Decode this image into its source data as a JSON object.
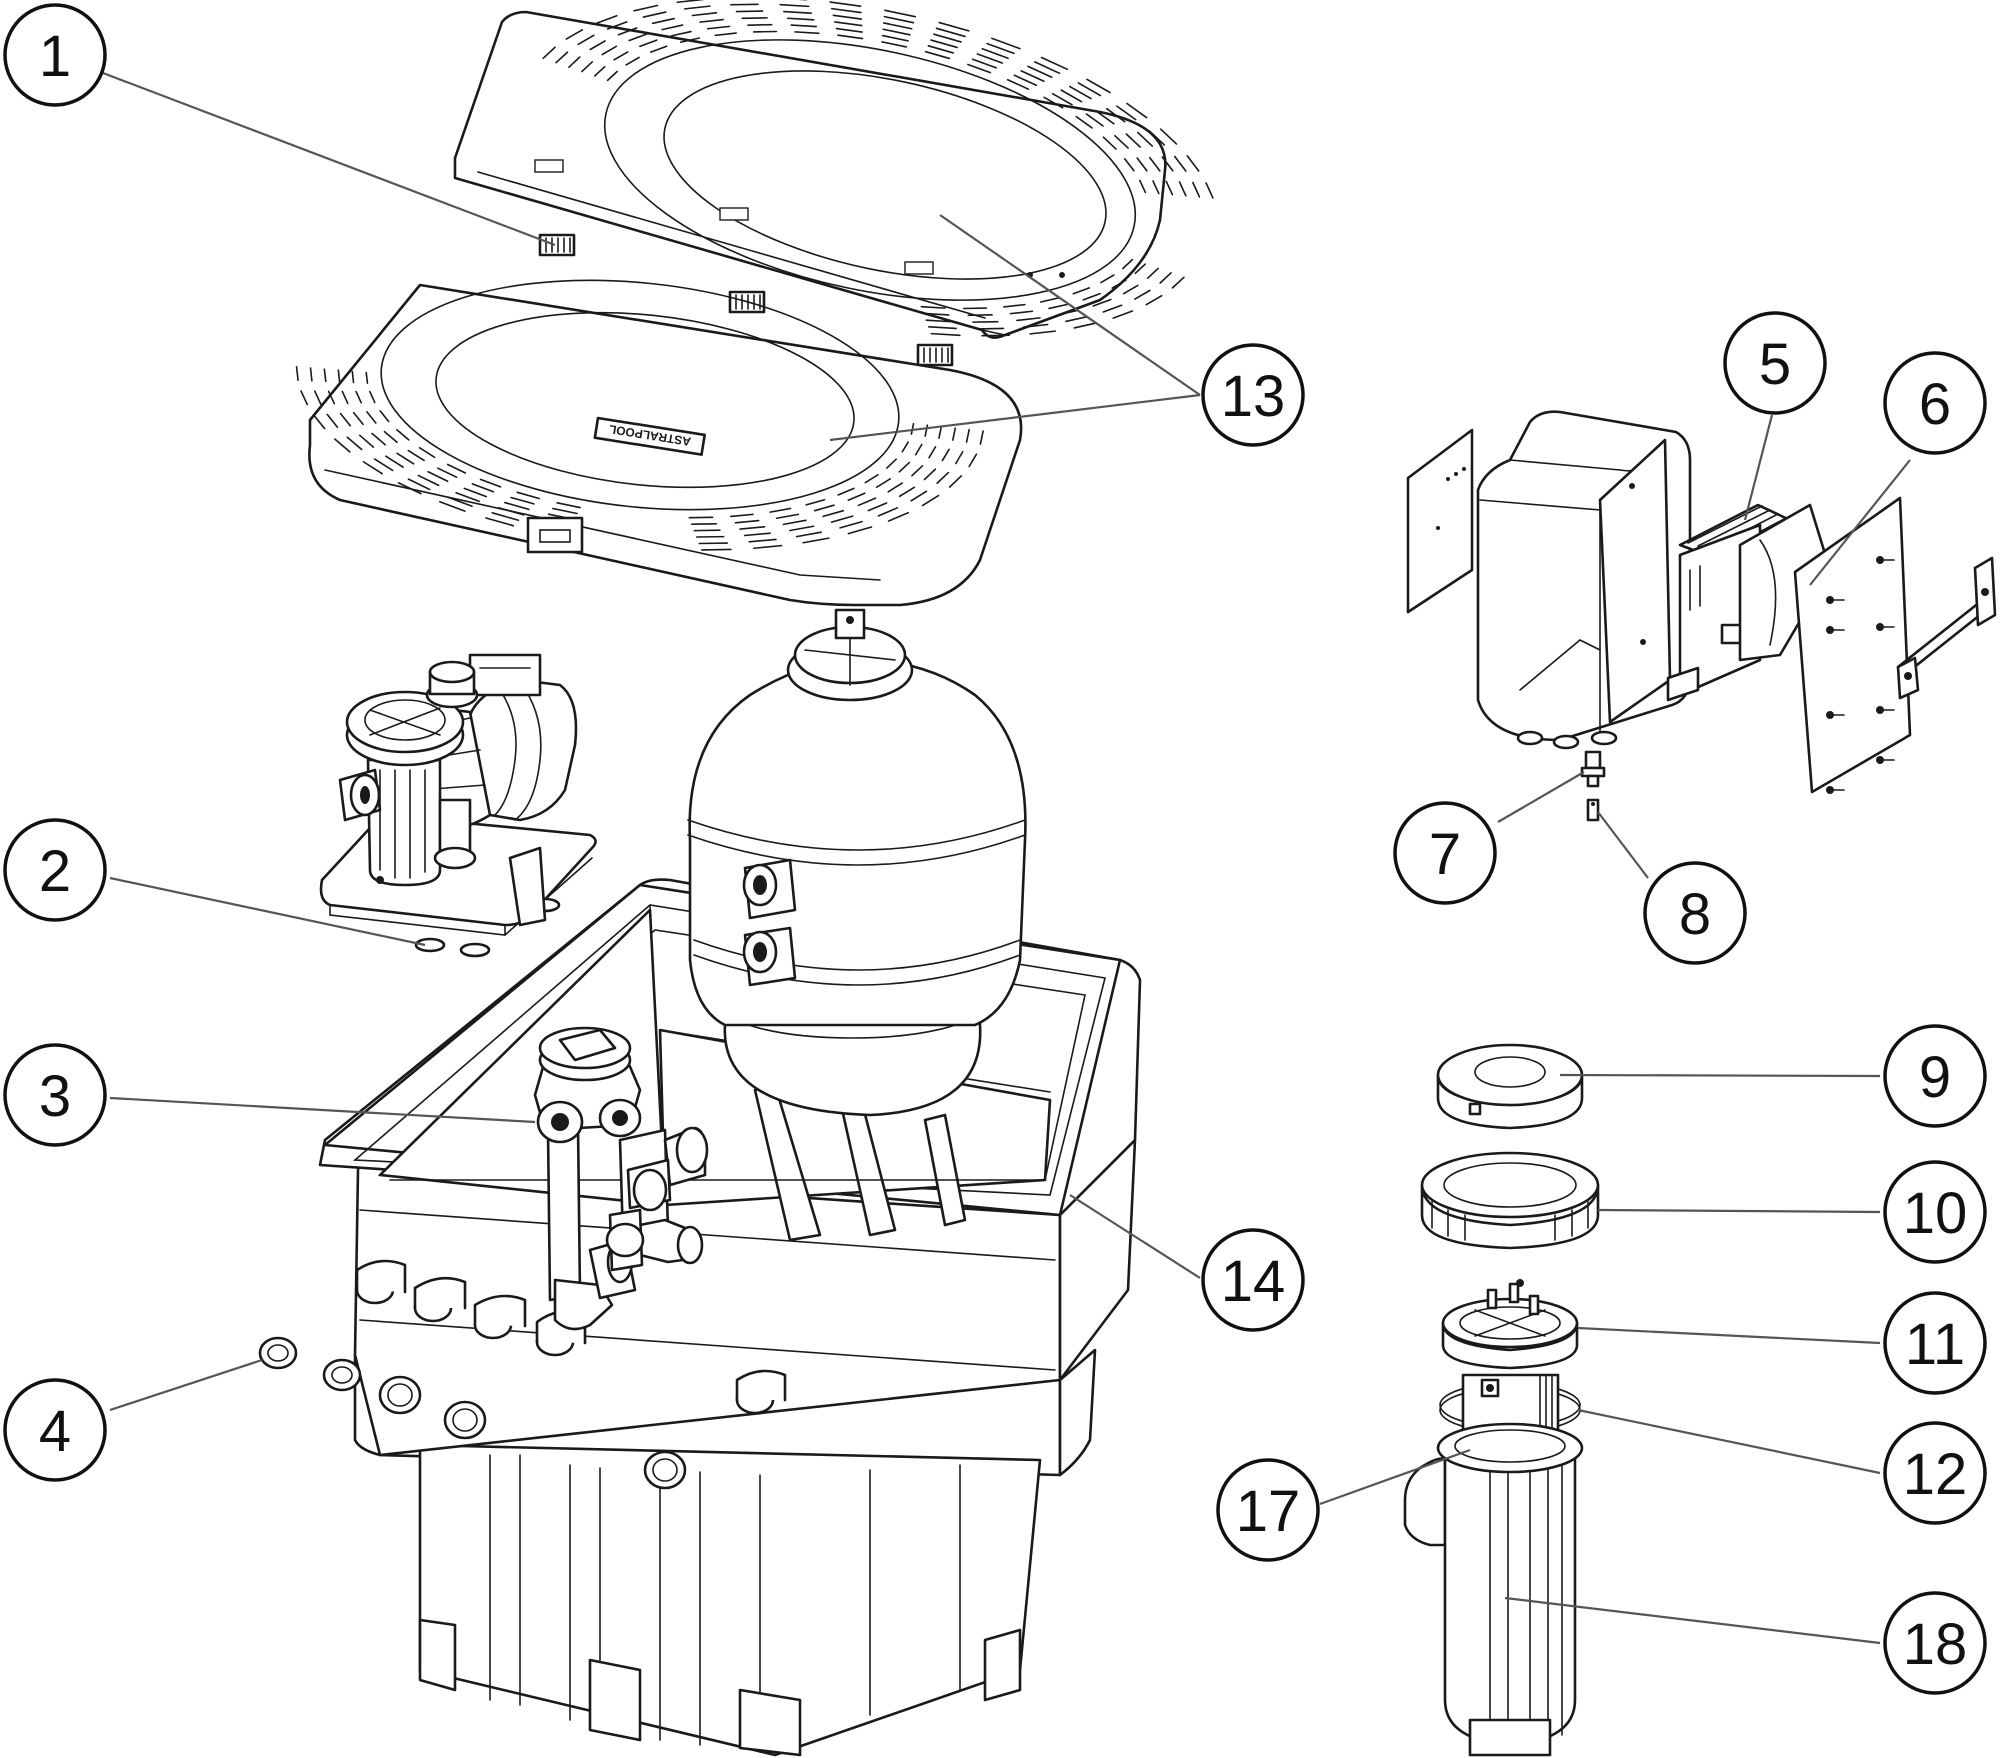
{
  "callouts": [
    {
      "id": "1",
      "label": "1"
    },
    {
      "id": "2",
      "label": "2"
    },
    {
      "id": "3",
      "label": "3"
    },
    {
      "id": "4",
      "label": "4"
    },
    {
      "id": "5",
      "label": "5"
    },
    {
      "id": "6",
      "label": "6"
    },
    {
      "id": "7",
      "label": "7"
    },
    {
      "id": "8",
      "label": "8"
    },
    {
      "id": "9",
      "label": "9"
    },
    {
      "id": "10",
      "label": "10"
    },
    {
      "id": "11",
      "label": "11"
    },
    {
      "id": "12",
      "label": "12"
    },
    {
      "id": "13",
      "label": "13"
    },
    {
      "id": "14",
      "label": "14"
    },
    {
      "id": "17",
      "label": "17"
    },
    {
      "id": "18",
      "label": "18"
    }
  ],
  "lid_brand_text": "ASTRALPOOL",
  "colors": {
    "ink": "#1a1a1a",
    "leader": "#555555",
    "background": "#ffffff"
  }
}
